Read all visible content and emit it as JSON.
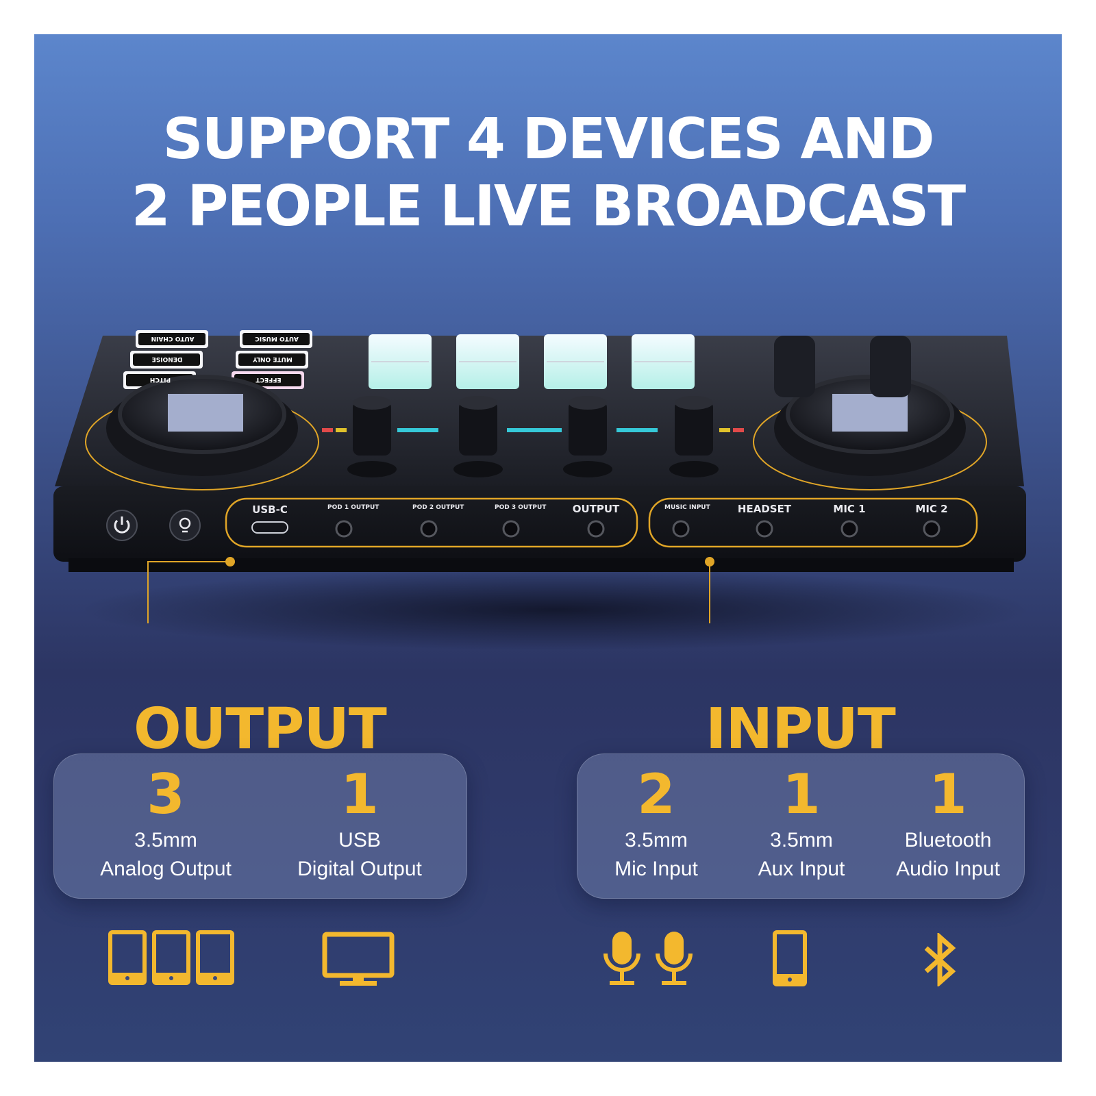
{
  "headline": {
    "line1": "SUPPORT 4 DEVICES AND",
    "line2": "2 PEOPLE LIVE BROADCAST"
  },
  "device": {
    "top_pads": [
      "AUTO CHAIN",
      "DENOISE",
      "PITCH",
      "AUTO MUSIC",
      "MUTE ONLY",
      "EFFECT"
    ],
    "front_ports": [
      "USB-C",
      "POD 1 OUTPUT",
      "POD 2 OUTPUT",
      "POD 3 OUTPUT",
      "OUTPUT",
      "MUSIC INPUT",
      "HEADSET",
      "MIC 1",
      "MIC 2"
    ],
    "buttons": [
      "power-icon",
      "light-icon"
    ]
  },
  "output": {
    "title": "OUTPUT",
    "stats": [
      {
        "num": "3",
        "line1": "3.5mm",
        "line2": "Analog Output"
      },
      {
        "num": "1",
        "line1": "USB",
        "line2": "Digital Output"
      }
    ],
    "icons": [
      "tablet-icon",
      "tablet-icon",
      "tablet-icon",
      "monitor-icon"
    ]
  },
  "input": {
    "title": "INPUT",
    "stats": [
      {
        "num": "2",
        "line1": "3.5mm",
        "line2": "Mic Input"
      },
      {
        "num": "1",
        "line1": "3.5mm",
        "line2": "Aux Input"
      },
      {
        "num": "1",
        "line1": "Bluetooth",
        "line2": "Audio Input"
      }
    ],
    "icons": [
      "microphone-icon",
      "microphone-icon",
      "phone-icon",
      "bluetooth-icon"
    ]
  },
  "colors": {
    "accent": "#f3b82e",
    "text": "#ffffff",
    "background_top": "#5c86cc",
    "background_bottom": "#2c3563"
  }
}
